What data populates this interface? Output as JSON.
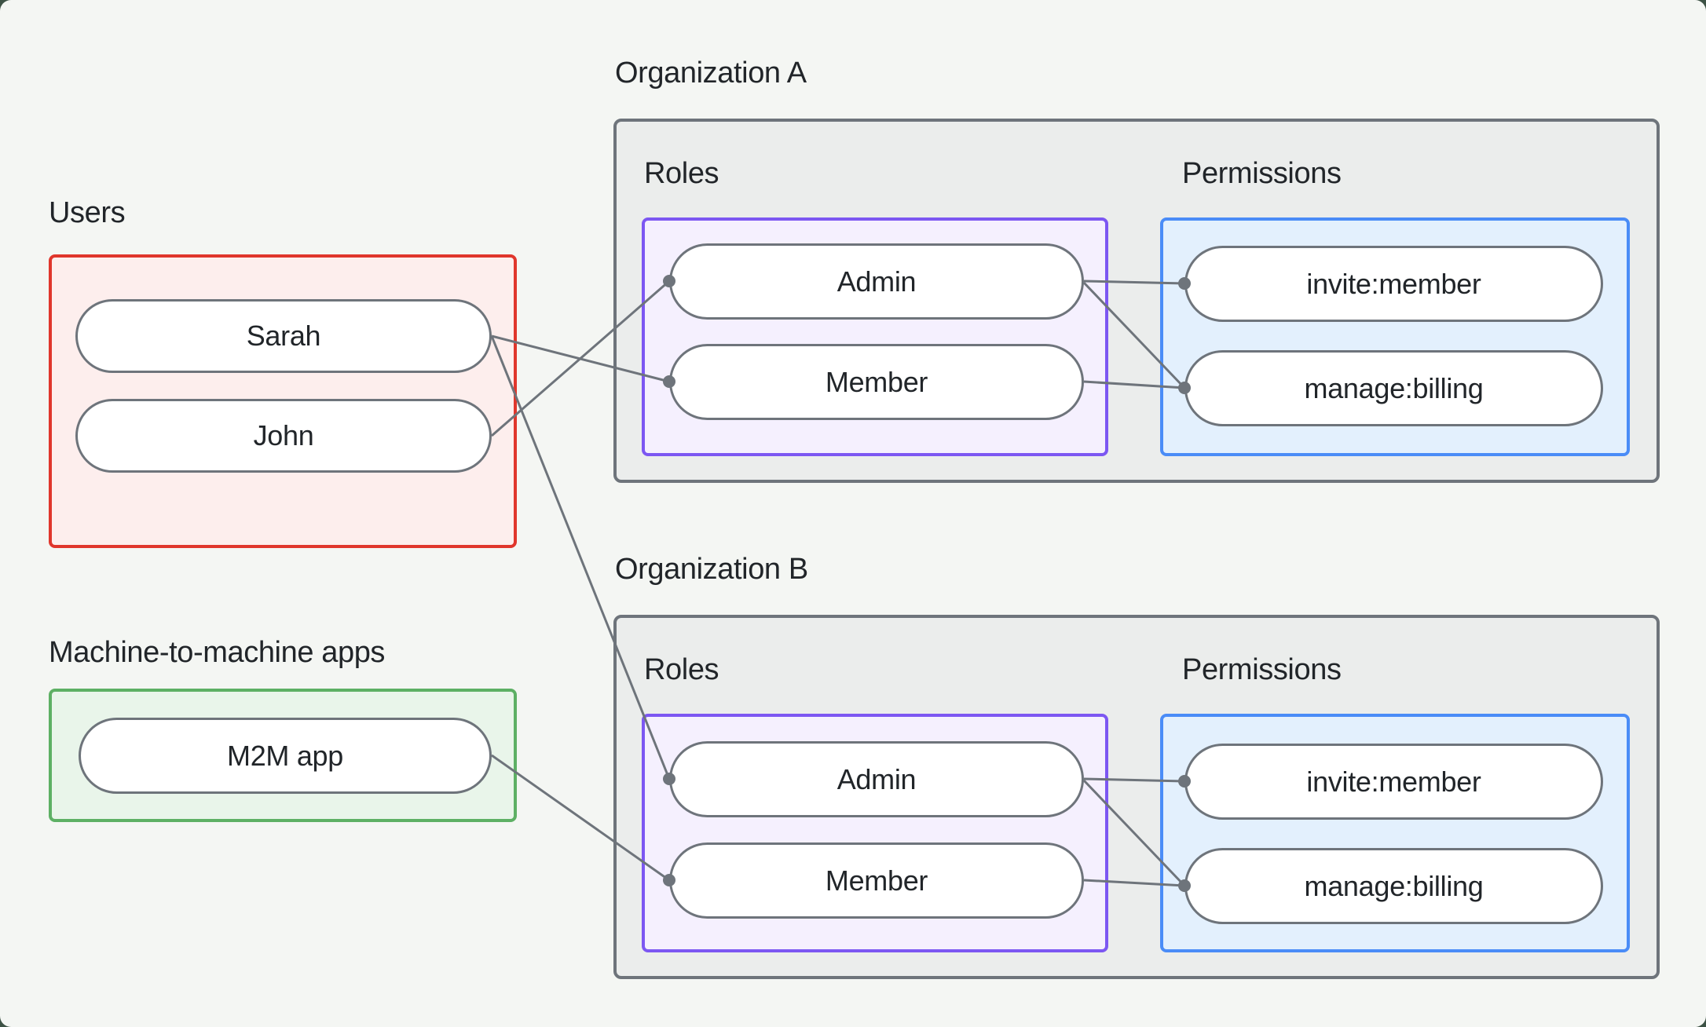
{
  "page": {
    "background": "#3d5245",
    "card_background": "#f4f6f3"
  },
  "groups": {
    "users": {
      "label": "Users",
      "accent": "#e0362c",
      "fill": "#fdeeed",
      "items": [
        "Sarah",
        "John"
      ]
    },
    "m2m": {
      "label": "Machine-to-machine apps",
      "accent": "#5db064",
      "fill": "#e9f5ea",
      "items": [
        "M2M app"
      ]
    }
  },
  "organizations": [
    {
      "title": "Organization A",
      "roles_label": "Roles",
      "permissions_label": "Permissions",
      "roles": [
        "Admin",
        "Member"
      ],
      "permissions": [
        "invite:member",
        "manage:billing"
      ]
    },
    {
      "title": "Organization B",
      "roles_label": "Roles",
      "permissions_label": "Permissions",
      "roles": [
        "Admin",
        "Member"
      ],
      "permissions": [
        "invite:member",
        "manage:billing"
      ]
    }
  ],
  "connections": [
    {
      "from": "Sarah",
      "to": "Organization A / Member"
    },
    {
      "from": "John",
      "to": "Organization A / Admin"
    },
    {
      "from": "Sarah",
      "to": "Organization B / Admin"
    },
    {
      "from": "M2M app",
      "to": "Organization B / Member"
    },
    {
      "from": "Organization A / Admin",
      "to": "Organization A / invite:member"
    },
    {
      "from": "Organization A / Admin",
      "to": "Organization A / manage:billing"
    },
    {
      "from": "Organization A / Member",
      "to": "Organization A / manage:billing"
    },
    {
      "from": "Organization B / Admin",
      "to": "Organization B / invite:member"
    },
    {
      "from": "Organization B / Admin",
      "to": "Organization B / manage:billing"
    },
    {
      "from": "Organization B / Member",
      "to": "Organization B / manage:billing"
    }
  ],
  "colors": {
    "users_border": "#e0362c",
    "users_fill": "#fdeeed",
    "m2m_border": "#5db064",
    "m2m_fill": "#e9f5ea",
    "roles_border": "#7c57f2",
    "roles_fill": "#f5f0fe",
    "permissions_border": "#4a8cf7",
    "permissions_fill": "#e3f0fd",
    "org_border": "#6e747b",
    "org_fill": "#ebedec",
    "pill_border": "#6e747b",
    "pill_fill": "#ffffff",
    "line": "#6e747b",
    "text": "#212529"
  }
}
